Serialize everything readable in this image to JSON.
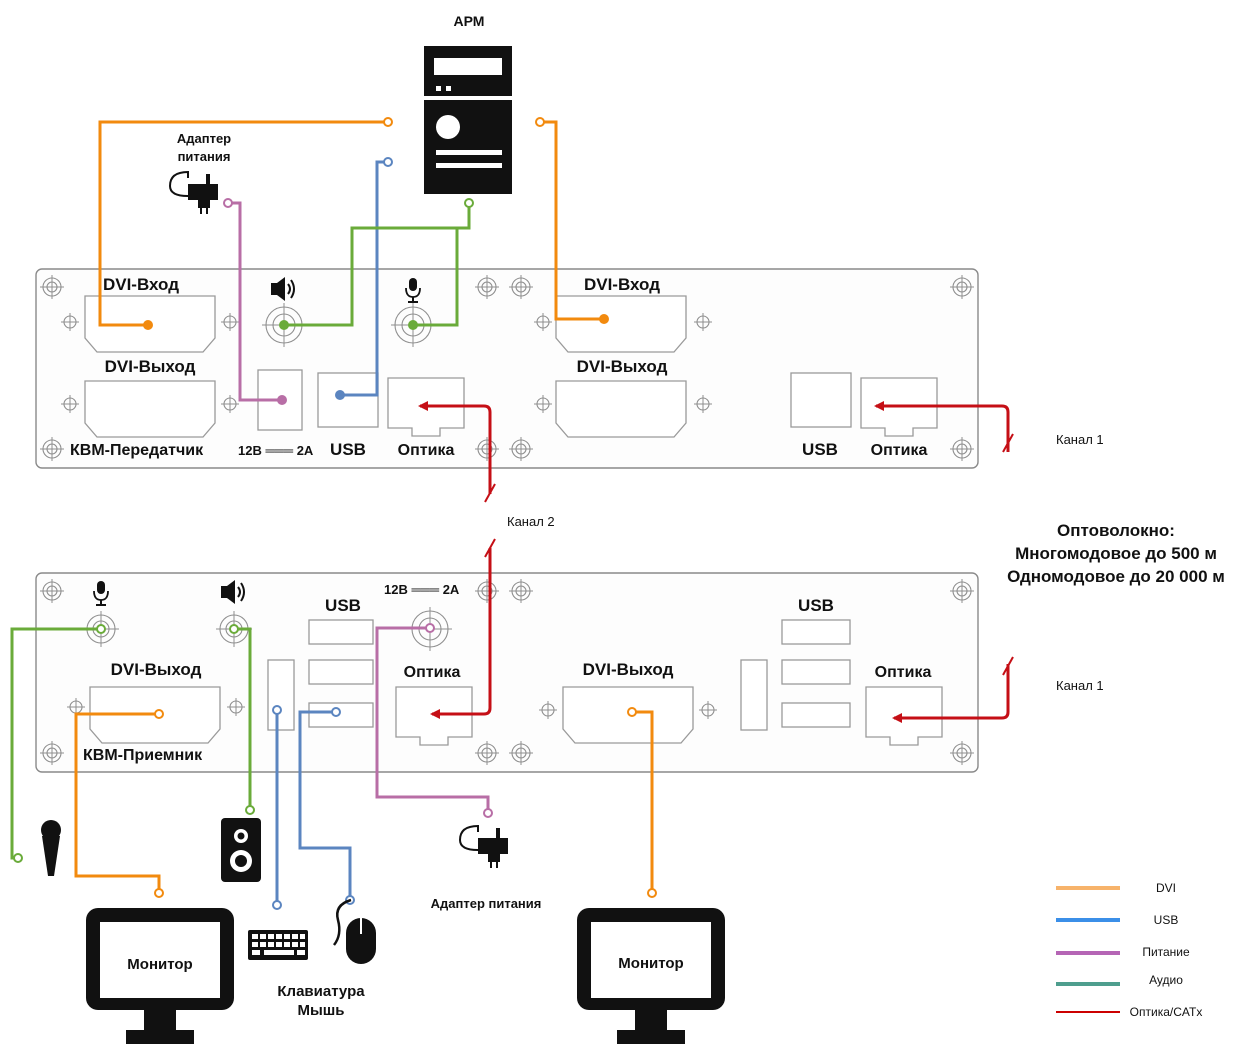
{
  "title_arm": "АРМ",
  "adapter_top": [
    "Адаптер",
    "питания"
  ],
  "adapter_bottom": "Адаптер питания",
  "transmitter": {
    "name": "КВМ-Передатчик",
    "dvi_in_1": "DVI-Вход",
    "dvi_out_1": "DVI-Выход",
    "power": "12В ═══ 2А",
    "usb": "USB",
    "optics": "Оптика",
    "dvi_in_2": "DVI-Вход",
    "dvi_out_2": "DVI-Выход",
    "usb_2": "USB",
    "optics_2": "Оптика"
  },
  "receiver": {
    "name": "КВМ-Приемник",
    "dvi_out_1": "DVI-Выход",
    "usb_1": "USB",
    "power": "12В ═══ 2А",
    "optics": "Оптика",
    "dvi_out_2": "DVI-Выход",
    "usb_2": "USB",
    "optics_2": "Оптика"
  },
  "channels": {
    "top_right": "Канал 1",
    "middle": "Канал 2",
    "bottom_right": "Канал 1"
  },
  "fiber_note": [
    "Оптоволокно:",
    "Многомодовое до 500 м",
    "Одномодовое до 20 000 м"
  ],
  "devices": {
    "monitor_1": "Монитор",
    "monitor_2": "Монитор",
    "keyboard_mouse": [
      "Клавиатура",
      "Мышь"
    ]
  },
  "legend": [
    {
      "label": "DVI",
      "color": "#f7b36b"
    },
    {
      "label": "USB",
      "color": "#3b8fe8"
    },
    {
      "label": "Питание",
      "color": "#b565b5"
    },
    {
      "label": "Аудио",
      "color": "#4e9e8e"
    },
    {
      "label": "Оптика/CATx",
      "color": "#cc0000"
    }
  ],
  "colors": {
    "dvi": "#f28a0e",
    "usb": "#5b85c0",
    "power": "#b86ea6",
    "audio": "#6aab3a",
    "optics": "#c50f16"
  },
  "icons": [
    "computer-tower-icon",
    "speaker-icon",
    "microphone-icon",
    "power-adapter-icon",
    "monitor-icon",
    "keyboard-icon",
    "mouse-icon"
  ]
}
